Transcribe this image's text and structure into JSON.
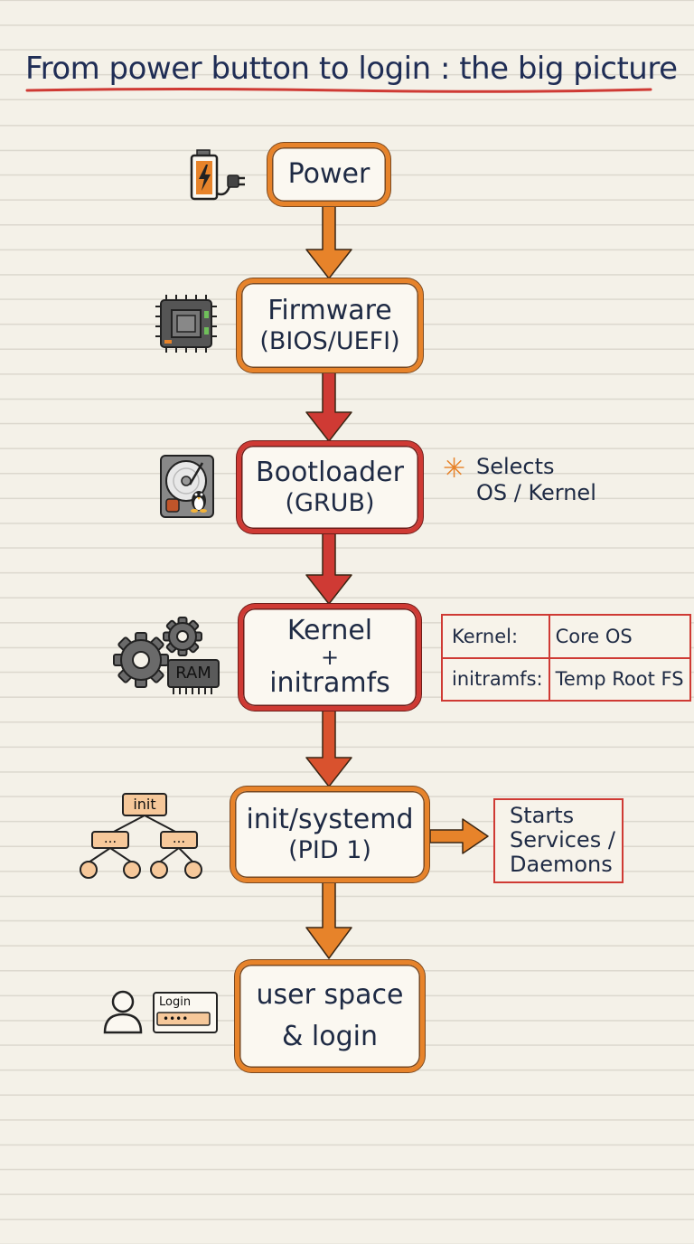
{
  "title": "From power button to login : the big picture",
  "colors": {
    "orange": "#e7832a",
    "red": "#cf3a34",
    "navy": "#1e2a44",
    "paper": "#f4f1e8",
    "tan": "#f6c89a"
  },
  "stages": [
    {
      "id": "power",
      "lines": [
        "Power"
      ],
      "color": "orange",
      "icon": "battery-plug-icon"
    },
    {
      "id": "firmware",
      "lines": [
        "Firmware",
        "(BIOS/UEFI)"
      ],
      "color": "orange",
      "icon": "chip-icon"
    },
    {
      "id": "bootloader",
      "lines": [
        "Bootloader",
        "(GRUB)"
      ],
      "color": "red",
      "icon": "hard-disk-tux-icon"
    },
    {
      "id": "kernel",
      "lines": [
        "Kernel",
        "+",
        "initramfs"
      ],
      "color": "red",
      "icon": "gears-ram-icon"
    },
    {
      "id": "init",
      "lines": [
        "init/systemd",
        "(PID 1)"
      ],
      "color": "orange",
      "icon": "process-tree-icon"
    },
    {
      "id": "userspace",
      "lines": [
        "user space",
        "& login"
      ],
      "color": "orange",
      "icon": "user-login-icon"
    }
  ],
  "annotations": {
    "bootloader_note": [
      "Selects",
      "OS / Kernel"
    ],
    "kernel_table": [
      {
        "key": "Kernel:",
        "value": "Core OS"
      },
      {
        "key": "initramfs:",
        "value": "Temp Root FS"
      }
    ],
    "init_note": [
      "Starts",
      "Services /",
      "Daemons"
    ]
  },
  "icon_labels": {
    "ram": "RAM",
    "tree_root": "init",
    "tree_child": "...",
    "login_label": "Login",
    "login_dots": "••••"
  }
}
